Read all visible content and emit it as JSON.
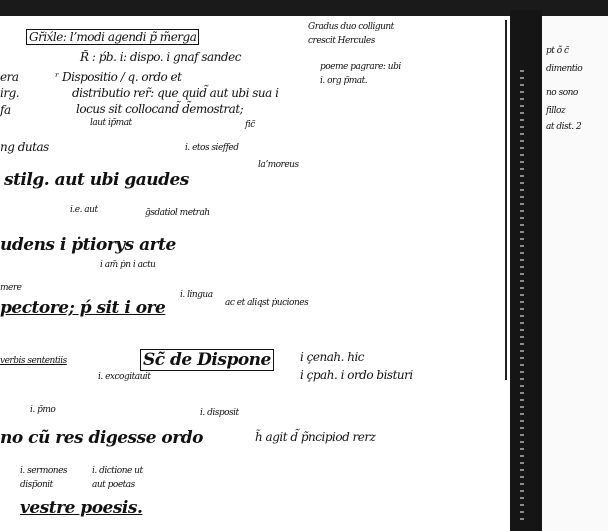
{
  "main_lines": [
    "Gr̆ix́le: lʼmodi agendi p̃ m̃erga",
    "R̃ : ṕb. i: dispo. i gnaf sandec",
    "ʳ Dispositio / q. ordo et",
    "distributio rer̃: que quid̃ aut ubi sua i",
    "locus sit collocand̃ d̃emostrat;",
    "stilg. aut ubi gaudes",
    "udens i ṗtiorys arte",
    "pectore; ṕ sit i ore",
    "Sc̃ de Dispone",
    "i çenah. hic",
    "i çpah. i ordo bisturi",
    "no cũ res digesse ordo",
    "h̃ agit d̃ p̃ncipiod rerz",
    "vestre poesis."
  ],
  "glosses": [
    "Gradus duo colligunt",
    "crescit Hercules",
    "poeme pagrare: ubi",
    "i. org p̃mat.",
    "laut ip̃mat",
    "fic̃",
    "i. etos sieffed",
    "laʼmoreus",
    "i.e. aut",
    "g̃sdatiol metrah",
    "i am̃ ṗn i actu",
    "i. lingua",
    "ac et aliqst ṗuciones",
    "i. excogitauit",
    "verbis sententiis",
    "i. p̃mo",
    "i. disposit",
    "i. sermones",
    "disp̃onit",
    "i. dictione ut",
    "aut poetas"
  ],
  "left_margin": [
    "era",
    "irg.",
    "fa",
    "ng dutas",
    "mere"
  ],
  "right_page": [
    "pt õ c̃",
    "dimentio",
    "no sono",
    "filloz",
    "at dist. 2"
  ]
}
